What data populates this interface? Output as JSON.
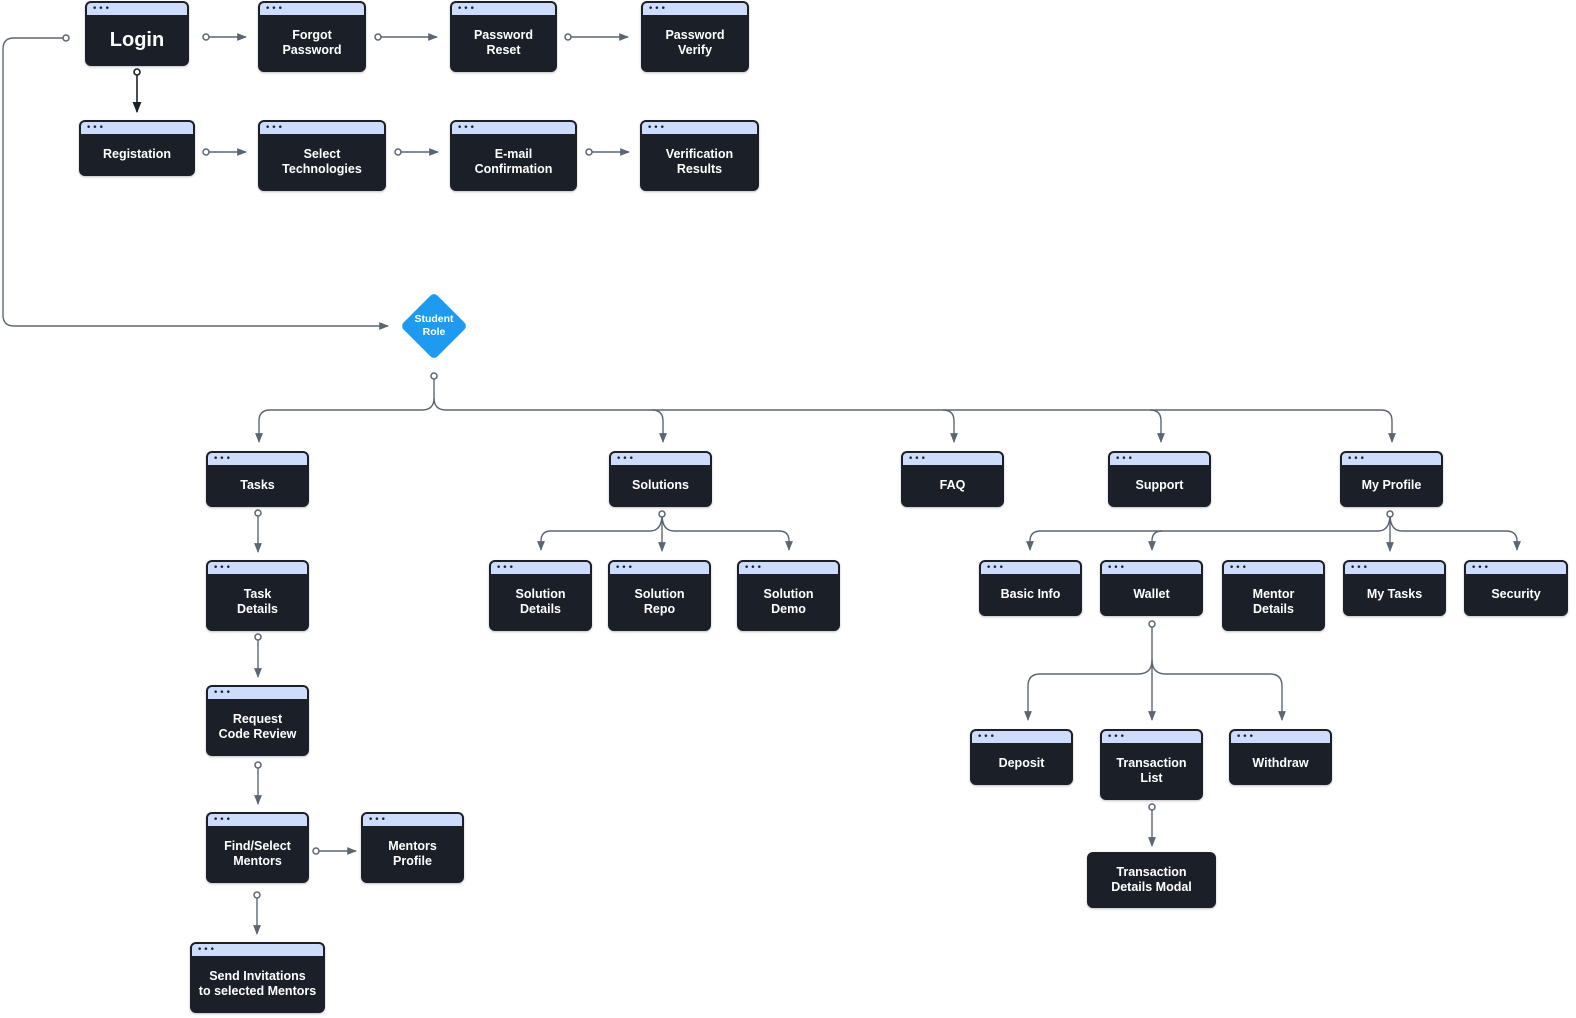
{
  "screens": {
    "login": "Login",
    "forgot_password": "Forgot\nPassword",
    "password_reset": "Password\nReset",
    "password_verify": "Password\nVerify",
    "registration": "Registation",
    "select_technologies": "Select\nTechnologies",
    "email_confirmation": "E-mail\nConfirmation",
    "verification_results": "Verification\nResults",
    "tasks": "Tasks",
    "task_details": "Task\nDetails",
    "request_code_review": "Request\nCode Review",
    "find_select_mentors": "Find/Select\nMentors",
    "mentors_profile": "Mentors\nProfile",
    "send_invitations": "Send Invitations\nto selected Mentors",
    "solutions": "Solutions",
    "solution_details": "Solution\nDetails",
    "solution_repo": "Solution\nRepo",
    "solution_demo": "Solution\nDemo",
    "faq": "FAQ",
    "support": "Support",
    "my_profile": "My Profile",
    "basic_info": "Basic Info",
    "wallet": "Wallet",
    "mentor_details": "Mentor\nDetails",
    "my_tasks": "My Tasks",
    "security": "Security",
    "deposit": "Deposit",
    "transaction_list": "Transaction\nList",
    "withdraw": "Withdraw",
    "transaction_details_modal": "Transaction\nDetails Modal"
  },
  "decision": {
    "student_role": "Student\nRole"
  },
  "window_dots": "•••",
  "colors": {
    "node_fill": "#1b2028",
    "window_bar": "#cddcfa",
    "connector": "#5b6673",
    "decision_fill": "#1e9bf0",
    "label_text": "#ffffff"
  }
}
